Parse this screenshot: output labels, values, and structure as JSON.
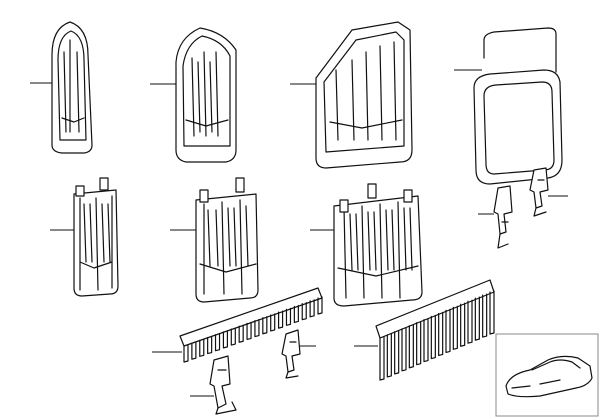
{
  "diagram": {
    "parts": [
      {
        "id": "cover-2pin",
        "icon": "connector-cover-2-pin-icon"
      },
      {
        "id": "cover-3pin",
        "icon": "connector-cover-3-pin-icon"
      },
      {
        "id": "cover-5pin",
        "icon": "connector-cover-5-pin-icon"
      },
      {
        "id": "sealing-cap",
        "icon": "sealing-cap-icon"
      },
      {
        "id": "housing-2pin",
        "icon": "connector-housing-2-pin-icon"
      },
      {
        "id": "housing-3pin",
        "icon": "connector-housing-3-pin-icon"
      },
      {
        "id": "housing-5pin",
        "icon": "connector-housing-5-pin-icon"
      },
      {
        "id": "contact-strip-small",
        "icon": "contact-strip-icon"
      },
      {
        "id": "contact-strip-large",
        "icon": "contact-strip-icon"
      },
      {
        "id": "terminal-pin-a",
        "icon": "crimp-terminal-icon"
      },
      {
        "id": "terminal-pin-b",
        "icon": "crimp-terminal-icon"
      },
      {
        "id": "terminal-pin-c",
        "icon": "crimp-terminal-icon"
      },
      {
        "id": "terminal-pin-d",
        "icon": "crimp-terminal-icon"
      },
      {
        "id": "vehicle-thumbnail",
        "icon": "car-icon"
      }
    ],
    "colors": {
      "line": "#111111",
      "fill": "#ffffff",
      "frame": "#888888"
    }
  }
}
